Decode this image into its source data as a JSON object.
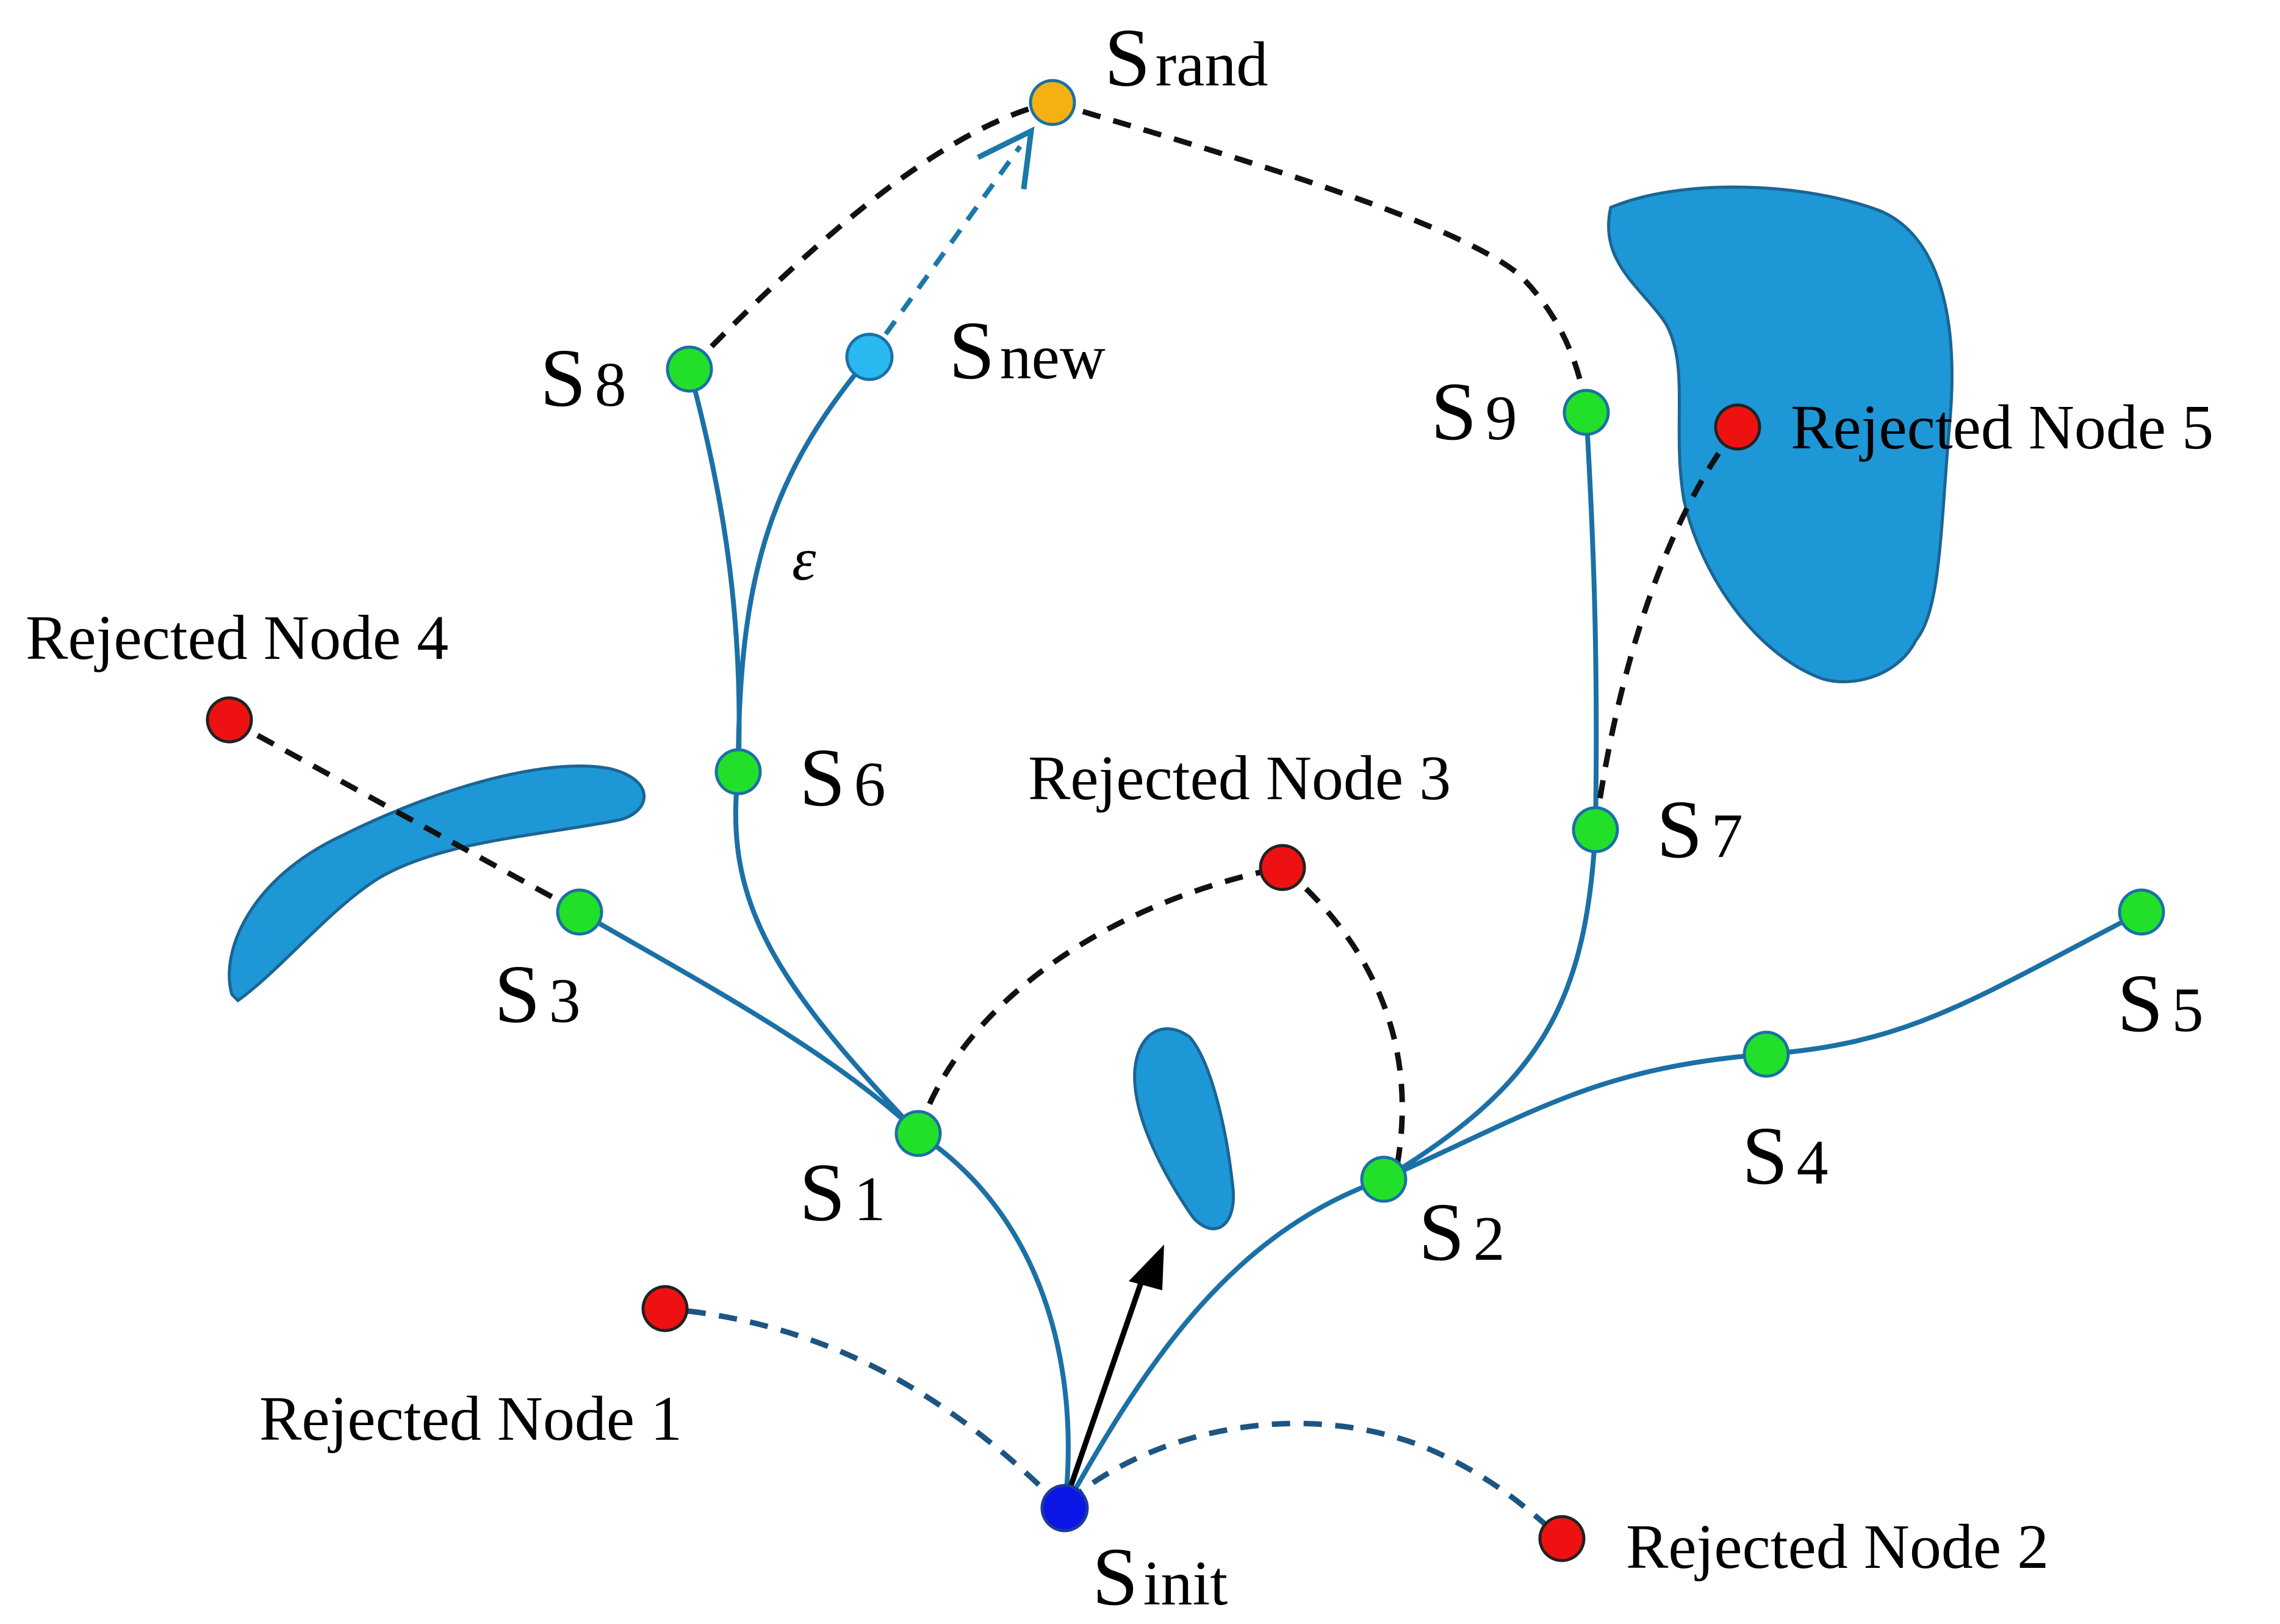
{
  "colors": {
    "tree_branch": "#1b70a6",
    "obstacle": "#1e97d6",
    "tree_node": "#22e02a",
    "rejected_node": "#ee1111",
    "init_node": "#0a16e6",
    "rand_node": "#f5b011",
    "new_node": "#2ab8f0",
    "dashed_connection": "#111111"
  },
  "labels": {
    "s_prefix": "S",
    "s_rand_sub": "rand",
    "s_new_sub": "new",
    "s_init_sub": "init",
    "s1_sub": "1",
    "s2_sub": "2",
    "s3_sub": "3",
    "s4_sub": "4",
    "s5_sub": "5",
    "s6_sub": "6",
    "s7_sub": "7",
    "s8_sub": "8",
    "s9_sub": "9",
    "epsilon": "ε",
    "rejected_1": "Rejected Node 1",
    "rejected_2": "Rejected Node 2",
    "rejected_3": "Rejected Node 3",
    "rejected_4": "Rejected Node 4",
    "rejected_5": "Rejected Node 5"
  }
}
